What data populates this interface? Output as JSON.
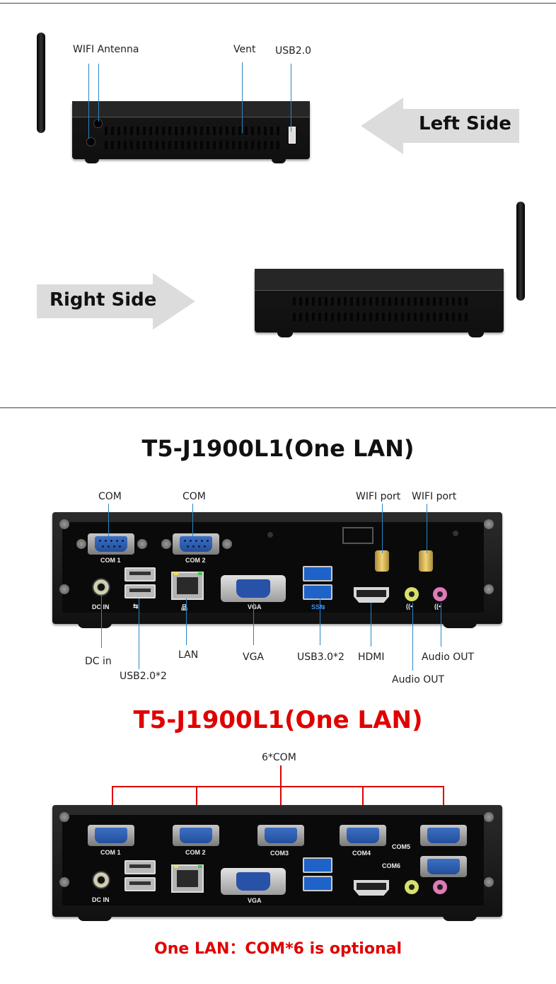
{
  "section1": {
    "left": {
      "labels": {
        "wifi_antenna": "WIFI Antenna",
        "vent": "Vent",
        "usb": "USB2.0"
      },
      "side_title": "Left Side"
    },
    "right": {
      "side_title": "Right Side"
    }
  },
  "section2": {
    "title": "T5-J1900L1(One LAN)",
    "top_labels": {
      "com_a": "COM",
      "com_b": "COM",
      "wifi_a": "WIFI port",
      "wifi_b": "WIFI port"
    },
    "bottom_labels": {
      "dc_in": "DC in",
      "usb20": "USB2.0*2",
      "lan": "LAN",
      "vga": "VGA",
      "usb30": "USB3.0*2",
      "hdmi": "HDMI",
      "audio_out_a": "Audio OUT",
      "audio_out_b": "Audio OUT"
    },
    "panel_labels": {
      "com1": "COM 1",
      "com2": "COM 2",
      "dcin": "DC IN",
      "vga": "VGA"
    }
  },
  "section3": {
    "title": "T5-J1900L1(One LAN)",
    "com_label": "6*COM",
    "panel_labels": {
      "com1": "COM 1",
      "com2": "COM 2",
      "com3": "COM3",
      "com4": "COM4",
      "com5": "COM5",
      "com6": "COM6",
      "dcin": "DC IN",
      "vga": "VGA"
    },
    "footer": "One LAN：COM*6 is optional"
  },
  "colors": {
    "accent_red": "#e00000",
    "leader_blue": "#2a86c8",
    "arrow_gray": "#dcdcdc"
  }
}
